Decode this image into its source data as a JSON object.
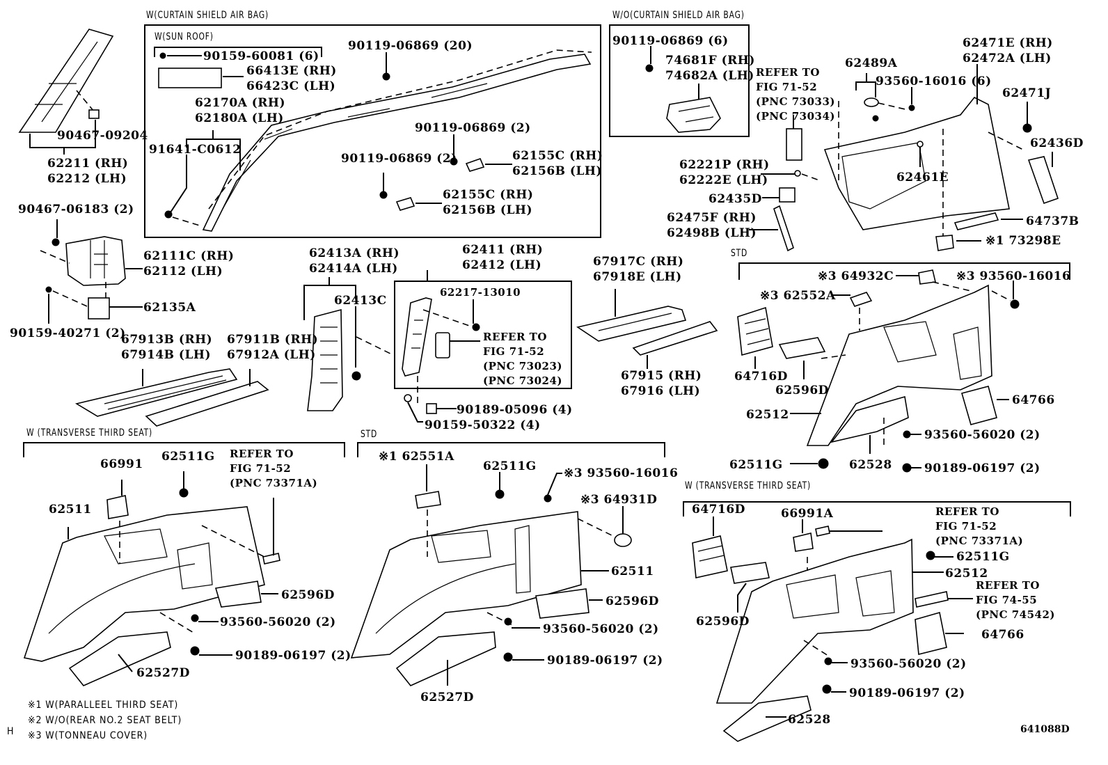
{
  "figure": {
    "figure_id": "641088D",
    "corner_marker": "H",
    "footnotes": [
      "※1 W(PARALLEEL THIRD SEAT)",
      "※2 W/O(REAR NO.2 SEAT BELT)",
      "※3 W(TONNEAU COVER)"
    ]
  },
  "section_headers": {
    "curtain_airbag": "W(CURTAIN SHIELD AIR BAG)",
    "sun_roof": "W(SUN ROOF)",
    "wo_curtain_airbag": "W/O(CURTAIN SHIELD AIR BAG)",
    "std_right": "STD",
    "transverse_left": "W (TRANSVERSE THIRD SEAT)",
    "std_center": "STD",
    "transverse_right": "W (TRANSVERSE THIRD SEAT)"
  },
  "labels": {
    "a_pillar": [
      "62211 (RH)",
      "62212 (LH)"
    ],
    "a_pillar_clip": [
      "90467-09204"
    ],
    "sunroof_screw": [
      "90159-60081 (6)"
    ],
    "sunroof_bracket": [
      "66413E (RH)",
      "66423C (LH)"
    ],
    "airbag": [
      "62170A (RH)",
      "62180A (LH)"
    ],
    "airbag_bolt": [
      "91641-C0612"
    ],
    "airbag_screw_20": [
      "90119-06869 (20)"
    ],
    "airbag_screw_2a": [
      "90119-06869 (2)"
    ],
    "airbag_screw_2b": [
      "90119-06869 (2)"
    ],
    "airbag_bracket_a": [
      "62155C (RH)",
      "62156B (LH)"
    ],
    "airbag_bracket_b": [
      "62155C (RH)",
      "62156B (LH)"
    ],
    "wo_screw": [
      "90119-06869 (6)"
    ],
    "wo_assist": [
      "74681F (RH)",
      "74682A (LH)"
    ],
    "refer_73033": [
      "REFER TO",
      "FIG 71-52",
      "(PNC 73033)",
      "(PNC 73034)"
    ],
    "cover_62489": [
      "62489A"
    ],
    "screw_93560_6": [
      "93560-16016 (6)"
    ],
    "qtr_upper": [
      "62471E (RH)",
      "62472A (LH)"
    ],
    "clip_62471j": [
      "62471J"
    ],
    "pad_62436d": [
      "62436D"
    ],
    "clip_62461e": [
      "62461E"
    ],
    "cap_62221": [
      "62221P (RH)",
      "62222E (LH)"
    ],
    "pad_62435d": [
      "62435D"
    ],
    "vent_62475": [
      "62475F (RH)",
      "62498B (LH)"
    ],
    "pad_64737b": [
      "64737B"
    ],
    "hook_73298e": [
      "※1 73298E"
    ],
    "cowl_clip": [
      "90467-06183 (2)"
    ],
    "cowl_side": [
      "62111C (RH)",
      "62112 (LH)"
    ],
    "cowl_bracket": [
      "62135A"
    ],
    "cowl_screw": [
      "90159-40271 (2)"
    ],
    "scuff_front_a": [
      "67913B (RH)",
      "67914B (LH)"
    ],
    "scuff_front_b": [
      "67911B (RH)",
      "67912A (LH)"
    ],
    "b_pillar_lower": [
      "62413A (RH)",
      "62414A (LH)"
    ],
    "clip_62413c": [
      "62413C"
    ],
    "b_pillar_upper": [
      "62411 (RH)",
      "62412 (LH)"
    ],
    "clip_62217": [
      "62217-13010"
    ],
    "refer_73023": [
      "REFER TO",
      "FIG 71-52",
      "(PNC 73023)",
      "(PNC 73024)"
    ],
    "nut_90189_05096": [
      "90189-05096 (4)"
    ],
    "screw_90159_50322": [
      "90159-50322 (4)"
    ],
    "scuff_rear_a": [
      "67917C (RH)",
      "67918E (LH)"
    ],
    "scuff_rear_b": [
      "67915 (RH)",
      "67916 (LH)"
    ],
    "std_r_64932c": [
      "※3 64932C"
    ],
    "std_r_93560": [
      "※3 93560-16016"
    ],
    "std_r_62552a": [
      "※3 62552A"
    ],
    "std_r_64716d": [
      "64716D"
    ],
    "std_r_62596d": [
      "62596D"
    ],
    "std_r_62512": [
      "62512"
    ],
    "std_r_64766": [
      "64766"
    ],
    "std_r_screw": [
      "93560-56020 (2)"
    ],
    "std_r_62511g": [
      "62511G"
    ],
    "std_r_62528": [
      "62528"
    ],
    "std_r_clip": [
      "90189-06197 (2)"
    ],
    "tl_66991": [
      "66991"
    ],
    "tl_62511g": [
      "62511G"
    ],
    "tl_refer": [
      "REFER TO",
      "FIG 71-52",
      "(PNC 73371A)"
    ],
    "tl_62511": [
      "62511"
    ],
    "tl_62596d": [
      "62596D"
    ],
    "tl_screw": [
      "93560-56020 (2)"
    ],
    "tl_clip": [
      "90189-06197 (2)"
    ],
    "tl_62527d": [
      "62527D"
    ],
    "sc_62551a": [
      "※1 62551A"
    ],
    "sc_62511g": [
      "62511G"
    ],
    "sc_93560": [
      "※3 93560-16016"
    ],
    "sc_64931d": [
      "※3 64931D"
    ],
    "sc_62511": [
      "62511"
    ],
    "sc_62596d": [
      "62596D"
    ],
    "sc_screw": [
      "93560-56020 (2)"
    ],
    "sc_clip": [
      "90189-06197 (2)"
    ],
    "sc_62527d": [
      "62527D"
    ],
    "tr_64716d": [
      "64716D"
    ],
    "tr_66991a": [
      "66991A"
    ],
    "tr_refer_a": [
      "REFER TO",
      "FIG 71-52",
      "(PNC 73371A)"
    ],
    "tr_62511g": [
      "62511G"
    ],
    "tr_62512": [
      "62512"
    ],
    "tr_refer_b": [
      "REFER TO",
      "FIG 74-55",
      "(PNC 74542)"
    ],
    "tr_62596d": [
      "62596D"
    ],
    "tr_64766": [
      "64766"
    ],
    "tr_screw": [
      "93560-56020 (2)"
    ],
    "tr_clip": [
      "90189-06197 (2)"
    ],
    "tr_62528": [
      "62528"
    ]
  }
}
